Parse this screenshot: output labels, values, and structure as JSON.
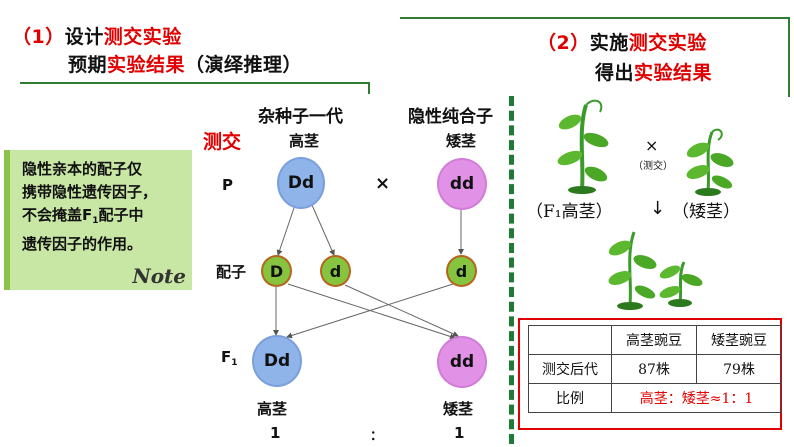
{
  "part1": {
    "num": "（1）",
    "line1_a": "设计",
    "line1_b": "测交实验",
    "line2_a": "预期",
    "line2_b": "实验结果",
    "line2_c": "（演绎推理）"
  },
  "part2": {
    "num": "（2）",
    "line1_a": "实施",
    "line1_b": "测交实验",
    "line2_a": "得出",
    "line2_b": "实验结果"
  },
  "note": {
    "line1": "隐性亲本的配子仅",
    "line2": "携带隐性遗传因子，",
    "line3_a": "不会掩盖F",
    "line3_sub": "1",
    "line3_b": "配子中",
    "line4": "遗传因子的作用。",
    "script": "Note"
  },
  "diagram": {
    "cross_label": "测交",
    "parent1_title": "杂种子一代",
    "parent2_title": "隐性纯合子",
    "parent1_pheno": "高茎",
    "parent2_pheno": "矮茎",
    "row_p": "P",
    "row_gamete": "配子",
    "row_f1": "F",
    "row_f1_sub": "1",
    "times": "×",
    "p1_geno": "Dd",
    "p2_geno": "dd",
    "g1": "D",
    "g2": "d",
    "g3": "d",
    "o1_geno": "Dd",
    "o2_geno": "dd",
    "o1_pheno": "高茎",
    "o2_pheno": "矮茎",
    "ratio_left": "1",
    "ratio_sep": "：",
    "ratio_right": "1"
  },
  "plants": {
    "times": "×",
    "cross": "（测交）",
    "f1_label": "（F₁高茎）",
    "short_label": "（矮茎）",
    "arrow": "↓"
  },
  "table": {
    "headers": [
      "",
      "高茎豌豆",
      "矮茎豌豆"
    ],
    "row1": [
      "测交后代",
      "87株",
      "79株"
    ],
    "row2_label": "比例",
    "row2_value": "高茎：矮茎≈1：1"
  },
  "colors": {
    "accent_red": "#e00000",
    "frame_green": "#2e7d32",
    "note_bg": "#c8e6a4",
    "dominant_circle": "#8fb4ea",
    "recessive_circle": "#e191e6",
    "gamete_circle": "#86c440"
  }
}
